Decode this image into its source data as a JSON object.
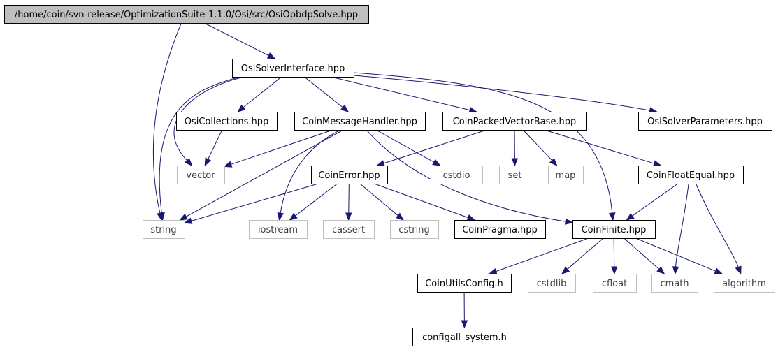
{
  "nodes": {
    "root": {
      "label": "/home/coin/svn-release/OptimizationSuite-1.1.0/Osi/src/OsiOpbdpSolve.hpp",
      "kind": "root"
    },
    "osi_solver_interface": {
      "label": "OsiSolverInterface.hpp",
      "kind": "documented"
    },
    "osi_collections": {
      "label": "OsiCollections.hpp",
      "kind": "documented"
    },
    "coin_message_handler": {
      "label": "CoinMessageHandler.hpp",
      "kind": "documented"
    },
    "coin_packed_vector_base": {
      "label": "CoinPackedVectorBase.hpp",
      "kind": "documented"
    },
    "osi_solver_parameters": {
      "label": "OsiSolverParameters.hpp",
      "kind": "documented"
    },
    "vector": {
      "label": "vector",
      "kind": "external"
    },
    "coin_error": {
      "label": "CoinError.hpp",
      "kind": "documented"
    },
    "cstdio": {
      "label": "cstdio",
      "kind": "external"
    },
    "set": {
      "label": "set",
      "kind": "external"
    },
    "map": {
      "label": "map",
      "kind": "external"
    },
    "coin_float_equal": {
      "label": "CoinFloatEqual.hpp",
      "kind": "documented"
    },
    "string": {
      "label": "string",
      "kind": "external"
    },
    "iostream": {
      "label": "iostream",
      "kind": "external"
    },
    "cassert": {
      "label": "cassert",
      "kind": "external"
    },
    "cstring": {
      "label": "cstring",
      "kind": "external"
    },
    "coin_pragma": {
      "label": "CoinPragma.hpp",
      "kind": "documented"
    },
    "coin_finite": {
      "label": "CoinFinite.hpp",
      "kind": "documented"
    },
    "coin_utils_config": {
      "label": "CoinUtilsConfig.h",
      "kind": "documented"
    },
    "cstdlib": {
      "label": "cstdlib",
      "kind": "external"
    },
    "cfloat": {
      "label": "cfloat",
      "kind": "external"
    },
    "cmath": {
      "label": "cmath",
      "kind": "external"
    },
    "algorithm": {
      "label": "algorithm",
      "kind": "external"
    },
    "configall_system": {
      "label": "configall_system.h",
      "kind": "documented"
    }
  },
  "edges": [
    [
      "root",
      "osi_solver_interface"
    ],
    [
      "root",
      "string"
    ],
    [
      "osi_solver_interface",
      "osi_collections"
    ],
    [
      "osi_solver_interface",
      "coin_message_handler"
    ],
    [
      "osi_solver_interface",
      "coin_packed_vector_base"
    ],
    [
      "osi_solver_interface",
      "osi_solver_parameters"
    ],
    [
      "osi_solver_interface",
      "coin_finite"
    ],
    [
      "osi_solver_interface",
      "vector"
    ],
    [
      "osi_solver_interface",
      "string"
    ],
    [
      "osi_collections",
      "vector"
    ],
    [
      "coin_message_handler",
      "vector"
    ],
    [
      "coin_message_handler",
      "string"
    ],
    [
      "coin_message_handler",
      "iostream"
    ],
    [
      "coin_message_handler",
      "cstdio"
    ],
    [
      "coin_message_handler",
      "coin_finite"
    ],
    [
      "coin_packed_vector_base",
      "coin_error"
    ],
    [
      "coin_packed_vector_base",
      "set"
    ],
    [
      "coin_packed_vector_base",
      "map"
    ],
    [
      "coin_packed_vector_base",
      "coin_float_equal"
    ],
    [
      "coin_error",
      "string"
    ],
    [
      "coin_error",
      "iostream"
    ],
    [
      "coin_error",
      "cassert"
    ],
    [
      "coin_error",
      "cstring"
    ],
    [
      "coin_error",
      "coin_pragma"
    ],
    [
      "coin_float_equal",
      "coin_finite"
    ],
    [
      "coin_float_equal",
      "cmath"
    ],
    [
      "coin_float_equal",
      "algorithm"
    ],
    [
      "coin_finite",
      "coin_utils_config"
    ],
    [
      "coin_finite",
      "cstdlib"
    ],
    [
      "coin_finite",
      "cfloat"
    ],
    [
      "coin_finite",
      "cmath"
    ],
    [
      "coin_finite",
      "algorithm"
    ],
    [
      "coin_utils_config",
      "configall_system"
    ]
  ],
  "colors": {
    "edge": "#191970",
    "root_fill": "#bfbfbf",
    "documented_border": "#000000",
    "external_border": "#bfbfbf",
    "external_text": "#3f3f3f"
  }
}
